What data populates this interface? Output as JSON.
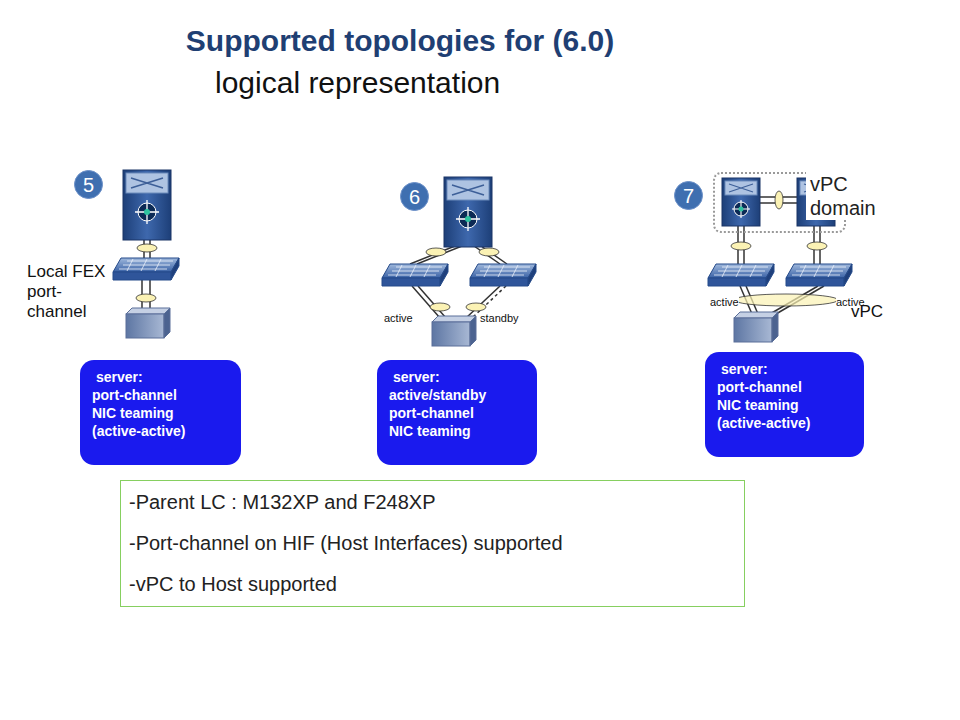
{
  "diagram": {
    "title": "Supported topologies for (6.0)",
    "nodes": [
      {
        "text": [
          "5"
        ]
      },
      {
        "text": [
          "6"
        ]
      },
      {
        "text": [
          "7"
        ]
      },
      {
        "text": [
          "vPC domain"
        ]
      },
      {
        "text": [
          "server:",
          "port-channel NIC teaming (active-active)"
        ]
      },
      {
        "text": [
          "server:",
          "active/standby port-channel NIC teaming"
        ]
      },
      {
        "text": [
          "server:",
          "port-channel NIC teaming (active-active)"
        ]
      },
      {
        "text": [
          "-Parent LC : M132XP and F248XP",
          "-Port-channel on HIF (Host Interfaces) supported",
          "-vPC to Host supported"
        ]
      }
    ],
    "labels": [
      "logical representation",
      "Local FEX port-channel",
      "active",
      "standby",
      "active",
      "active",
      "vPC"
    ]
  }
}
